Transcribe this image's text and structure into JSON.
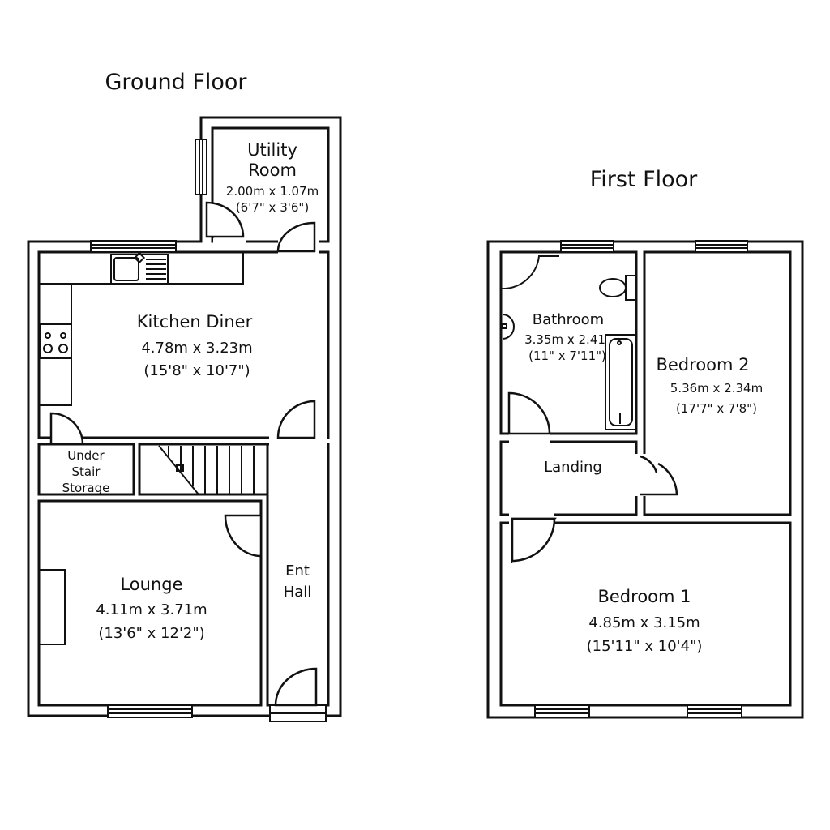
{
  "floors": {
    "ground": {
      "title": "Ground Floor",
      "rooms": {
        "utility": {
          "name1": "Utility",
          "name2": "Room",
          "metric": "2.00m x 1.07m",
          "imperial": "(6'7\" x 3'6\")"
        },
        "kitchen": {
          "name": "Kitchen Diner",
          "metric": "4.78m x 3.23m",
          "imperial": "(15'8\" x 10'7\")"
        },
        "understair": {
          "name1": "Under",
          "name2": "Stair",
          "name3": "Storage"
        },
        "lounge": {
          "name": "Lounge",
          "metric": "4.11m x 3.71m",
          "imperial": "(13'6\" x 12'2\")"
        },
        "hall": {
          "name1": "Ent",
          "name2": "Hall"
        }
      }
    },
    "first": {
      "title": "First Floor",
      "rooms": {
        "bathroom": {
          "name": "Bathroom",
          "metric": "3.35m x 2.41",
          "imperial": "(11\" x 7'11\")"
        },
        "bedroom2": {
          "name": "Bedroom 2",
          "metric": "5.36m x 2.34m",
          "imperial": "(17'7\" x 7'8\")"
        },
        "landing": {
          "name": "Landing"
        },
        "bedroom1": {
          "name": "Bedroom 1",
          "metric": "4.85m x 3.15m",
          "imperial": "(15'11\" x 10'4\")"
        }
      }
    }
  }
}
